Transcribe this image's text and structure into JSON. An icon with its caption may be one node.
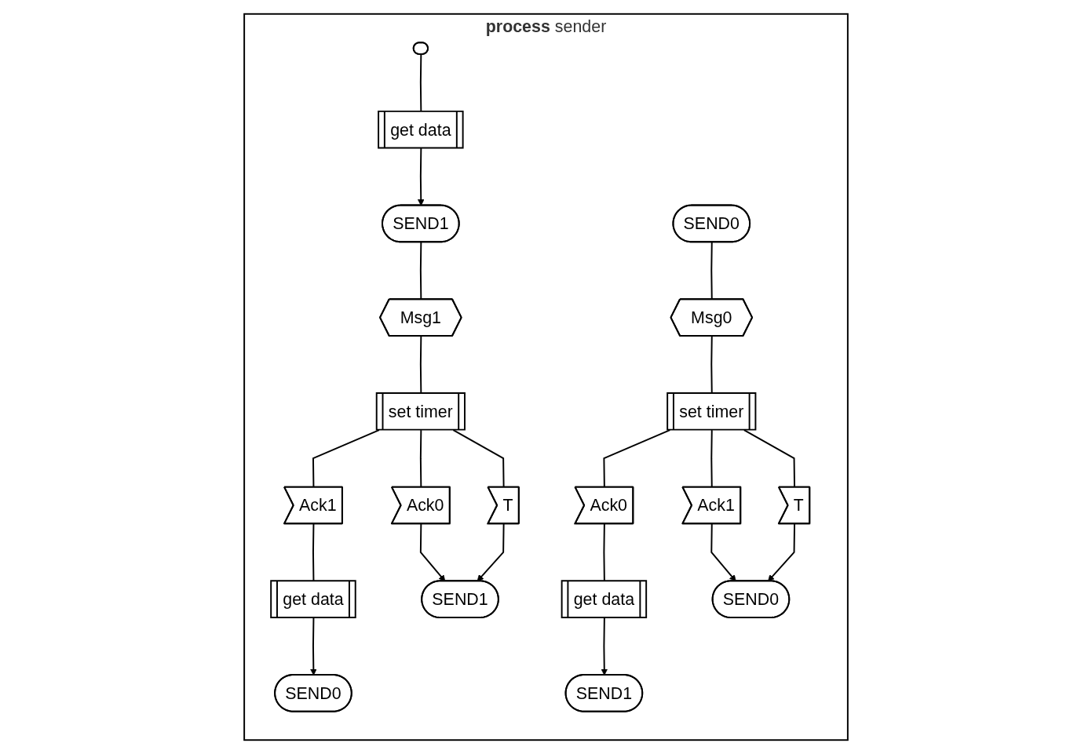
{
  "diagram": {
    "nodes": [
      {
        "text": [
          "**process** sender"
        ]
      },
      {
        "text": [],
        "shape": "oval",
        "in": 0
      },
      {
        "text": [
          "get data"
        ],
        "in": 0
      },
      {
        "text": [
          "SEND1"
        ],
        "in": 0
      },
      {
        "text": [
          "Msg1"
        ],
        "in": 0
      },
      {
        "text": [
          "set timer"
        ],
        "in": 0
      },
      {
        "text": [
          "Ack1"
        ],
        "in": 0
      },
      {
        "text": [
          "Ack0"
        ],
        "in": 0
      },
      {
        "text": [
          "T"
        ],
        "in": 0
      },
      {
        "text": [
          "get data"
        ],
        "in": 0
      },
      {
        "text": [
          "SEND0"
        ],
        "in": 0
      },
      {
        "text": [
          "SEND1"
        ],
        "in": 0
      },
      {
        "text": [
          "SEND0"
        ],
        "in": 0
      },
      {
        "text": [
          "Msg0"
        ],
        "in": 0
      },
      {
        "text": [
          "set timer"
        ],
        "in": 0
      },
      {
        "text": [
          "Ack0"
        ],
        "in": 0
      },
      {
        "text": [
          "Ack1"
        ],
        "in": 0
      },
      {
        "text": [
          "T"
        ],
        "in": 0
      },
      {
        "text": [
          "get data"
        ],
        "in": 0
      },
      {
        "text": [
          "SEND1"
        ],
        "in": 0
      },
      {
        "text": [
          "SEND0"
        ],
        "in": 0
      }
    ],
    "edges": [
      {
        "from": 1,
        "to": 2,
        "arrow": "none"
      },
      {
        "from": 2,
        "to": 3,
        "arrow": "to"
      },
      {
        "from": 3,
        "to": 4,
        "arrow": "none"
      },
      {
        "from": 4,
        "to": 5,
        "arrow": "none"
      },
      {
        "from": 5,
        "to": 6,
        "arrow": "none"
      },
      {
        "from": 5,
        "to": 7,
        "arrow": "none"
      },
      {
        "from": 5,
        "to": 8,
        "arrow": "none"
      },
      {
        "from": 6,
        "to": 9,
        "arrow": "none"
      },
      {
        "from": 9,
        "to": 10,
        "arrow": "to"
      },
      {
        "from": 7,
        "to": 11,
        "arrow": "to"
      },
      {
        "from": 8,
        "to": 11,
        "arrow": "to"
      },
      {
        "from": 12,
        "to": 13,
        "arrow": "none"
      },
      {
        "from": 13,
        "to": 14,
        "arrow": "none"
      },
      {
        "from": 14,
        "to": 15,
        "arrow": "none"
      },
      {
        "from": 14,
        "to": 16,
        "arrow": "none"
      },
      {
        "from": 14,
        "to": 17,
        "arrow": "none"
      },
      {
        "from": 15,
        "to": 18,
        "arrow": "none"
      },
      {
        "from": 18,
        "to": 19,
        "arrow": "to"
      },
      {
        "from": 16,
        "to": 20,
        "arrow": "to"
      },
      {
        "from": 17,
        "to": 20,
        "arrow": "to"
      }
    ]
  }
}
